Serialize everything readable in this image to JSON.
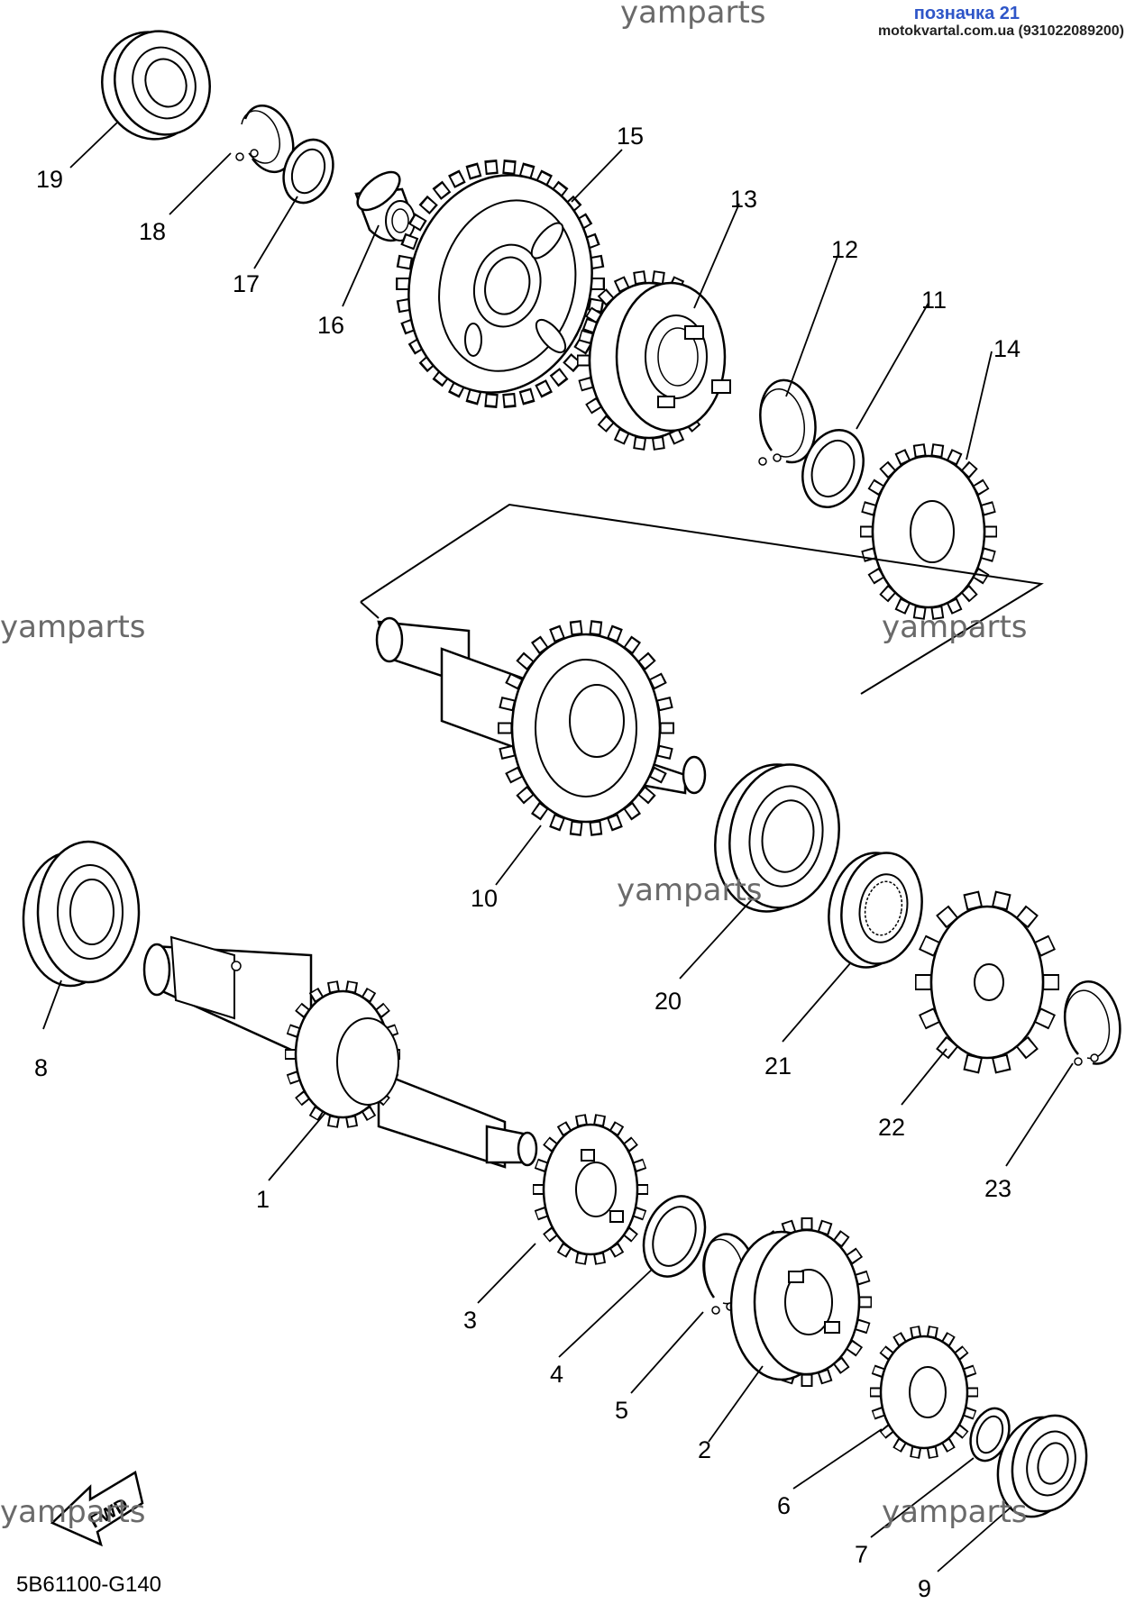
{
  "header": {
    "badge_title": "позначка 21",
    "badge_subtitle": "motokvartal.com.ua (931022089200)"
  },
  "watermarks": [
    "yamparts",
    "yamparts",
    "yamparts",
    "yamparts",
    "yamparts",
    "yamparts"
  ],
  "fwd_arrow_text": "FWD",
  "diagram_code": "5B61100-G140",
  "part_labels": [
    "1",
    "2",
    "3",
    "4",
    "5",
    "6",
    "7",
    "8",
    "9",
    "10",
    "11",
    "12",
    "13",
    "14",
    "15",
    "16",
    "17",
    "18",
    "19",
    "20",
    "21",
    "22",
    "23"
  ],
  "parts": [
    {
      "id": "1",
      "name": "main-axle-shaft"
    },
    {
      "id": "2",
      "name": "gear"
    },
    {
      "id": "3",
      "name": "gear"
    },
    {
      "id": "4",
      "name": "washer"
    },
    {
      "id": "5",
      "name": "circlip"
    },
    {
      "id": "6",
      "name": "gear"
    },
    {
      "id": "7",
      "name": "washer"
    },
    {
      "id": "8",
      "name": "bearing"
    },
    {
      "id": "9",
      "name": "bearing"
    },
    {
      "id": "10",
      "name": "drive-axle-gear"
    },
    {
      "id": "11",
      "name": "washer"
    },
    {
      "id": "12",
      "name": "circlip"
    },
    {
      "id": "13",
      "name": "gear"
    },
    {
      "id": "14",
      "name": "gear"
    },
    {
      "id": "15",
      "name": "gear"
    },
    {
      "id": "16",
      "name": "collar"
    },
    {
      "id": "17",
      "name": "washer"
    },
    {
      "id": "18",
      "name": "circlip"
    },
    {
      "id": "19",
      "name": "bearing"
    },
    {
      "id": "20",
      "name": "bearing"
    },
    {
      "id": "21",
      "name": "oil-seal"
    },
    {
      "id": "22",
      "name": "drive-sprocket"
    },
    {
      "id": "23",
      "name": "circlip"
    }
  ]
}
